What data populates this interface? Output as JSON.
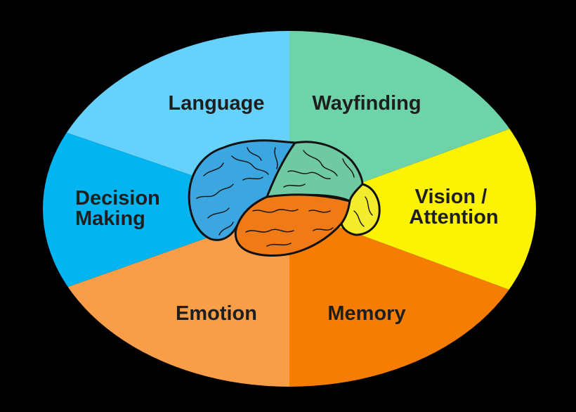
{
  "diagram": {
    "background": "#000000",
    "segments": [
      {
        "id": "language",
        "label_lines": [
          "Language"
        ],
        "color": "#66d1fb"
      },
      {
        "id": "wayfinding",
        "label_lines": [
          "Wayfinding"
        ],
        "color": "#6fd3aa"
      },
      {
        "id": "vision-attention",
        "label_lines": [
          "Vision /",
          "Attention"
        ],
        "color": "#fbf204"
      },
      {
        "id": "memory",
        "label_lines": [
          "Memory"
        ],
        "color": "#f57d04"
      },
      {
        "id": "emotion",
        "label_lines": [
          "Emotion"
        ],
        "color": "#f99e48"
      },
      {
        "id": "decision-making",
        "label_lines": [
          "Decision",
          "Making"
        ],
        "color": "#02b4ef"
      }
    ],
    "brain": {
      "frontal_color": "#3ba6df",
      "parietal_color": "#6fc9a2",
      "occipital_color": "#f2ec2c",
      "temporal_color": "#ef7a16",
      "outline_color": "#111111"
    }
  }
}
